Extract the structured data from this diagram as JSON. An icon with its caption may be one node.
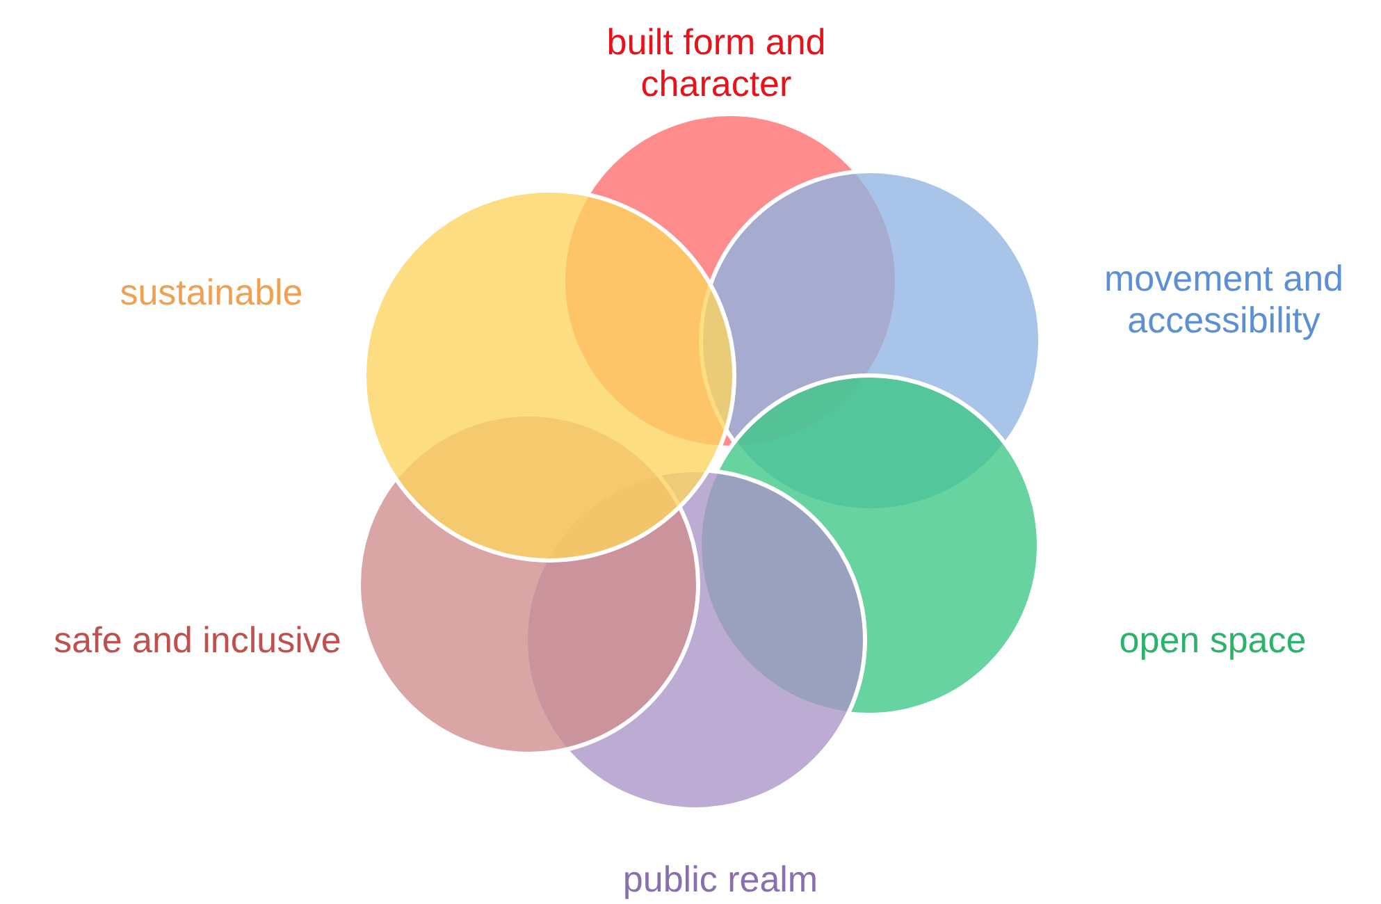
{
  "diagram": {
    "nodes": [
      {
        "text": [
          "built form and character"
        ]
      },
      {
        "text": [
          "movement and accessibility"
        ]
      },
      {
        "text": [
          "open space"
        ]
      },
      {
        "text": [
          "public realm"
        ]
      },
      {
        "text": [
          "safe and inclusive"
        ]
      },
      {
        "text": [
          "sustainable"
        ]
      }
    ]
  }
}
